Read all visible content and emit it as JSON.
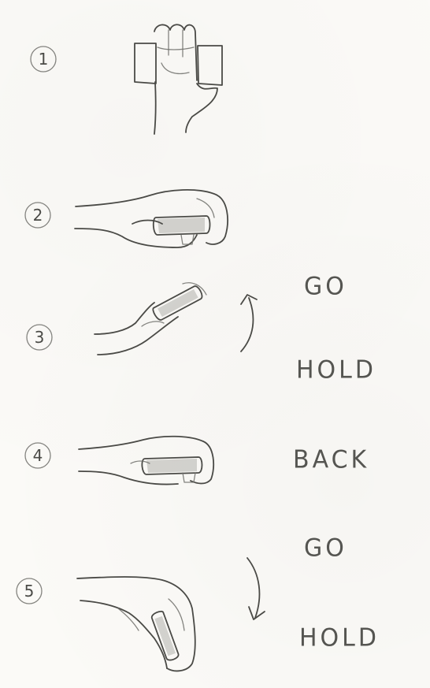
{
  "steps": [
    {
      "number": "1",
      "words": []
    },
    {
      "number": "2",
      "words": []
    },
    {
      "number": "3",
      "words": [
        "GO",
        "HOLD"
      ]
    },
    {
      "number": "4",
      "words": [
        "BACK"
      ]
    },
    {
      "number": "5",
      "words": [
        "GO",
        "HOLD"
      ]
    }
  ],
  "colors": {
    "pencil": "#4a4a46",
    "paper": "#fbfaf7"
  }
}
